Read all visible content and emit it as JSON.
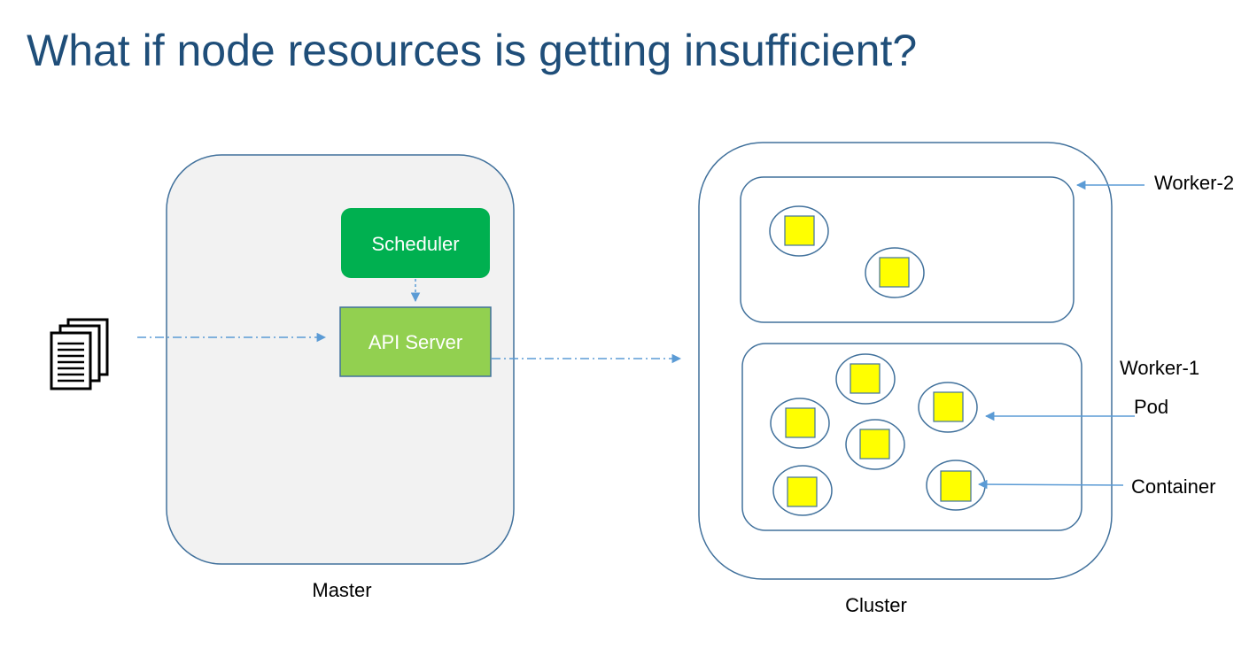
{
  "title": "What if node resources is getting insufficient?",
  "master": {
    "label": "Master",
    "scheduler_label": "Scheduler",
    "api_server_label": "API Server"
  },
  "cluster": {
    "label": "Cluster",
    "worker2_label": "Worker-2",
    "worker1_label": "Worker-1",
    "pod_label": "Pod",
    "container_label": "Container"
  },
  "colors": {
    "title": "#1f4e79",
    "scheduler_fill": "#00b050",
    "api_server_fill": "#92d050",
    "master_fill": "#f2f2f2",
    "outline": "#41719c",
    "container_fill": "#ffff00",
    "arrow": "#5b9bd5"
  },
  "icons": {
    "manifest": "documents-icon"
  }
}
